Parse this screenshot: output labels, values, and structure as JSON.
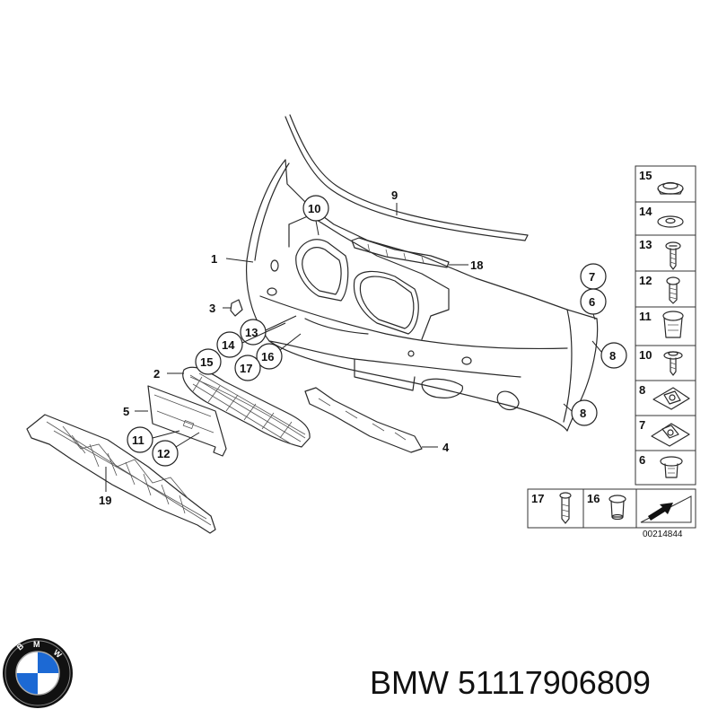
{
  "diagram": {
    "callouts": {
      "c1": "1",
      "c2": "2",
      "c3": "3",
      "c4": "4",
      "c5": "5",
      "c6": "6",
      "c7": "7",
      "c8a": "8",
      "c8b": "8",
      "c9": "9",
      "c10": "10",
      "c11": "11",
      "c12": "12",
      "c13": "13",
      "c14": "14",
      "c15": "15",
      "c16": "16",
      "c17": "17",
      "c18": "18",
      "c19": "19"
    },
    "legend": {
      "r15": "15",
      "r14": "14",
      "r13": "13",
      "r12": "12",
      "r11": "11",
      "r10": "10",
      "r8": "8",
      "r7": "7",
      "r6": "6",
      "b17": "17",
      "b16": "16"
    },
    "doc_id": "00214844"
  },
  "footer": {
    "brand": "BMW",
    "part_number": "51117906809",
    "logo_icon": "bmw-roundel-icon"
  },
  "colors": {
    "logo_blue": "#1c69d4",
    "logo_ring": "#111111"
  }
}
